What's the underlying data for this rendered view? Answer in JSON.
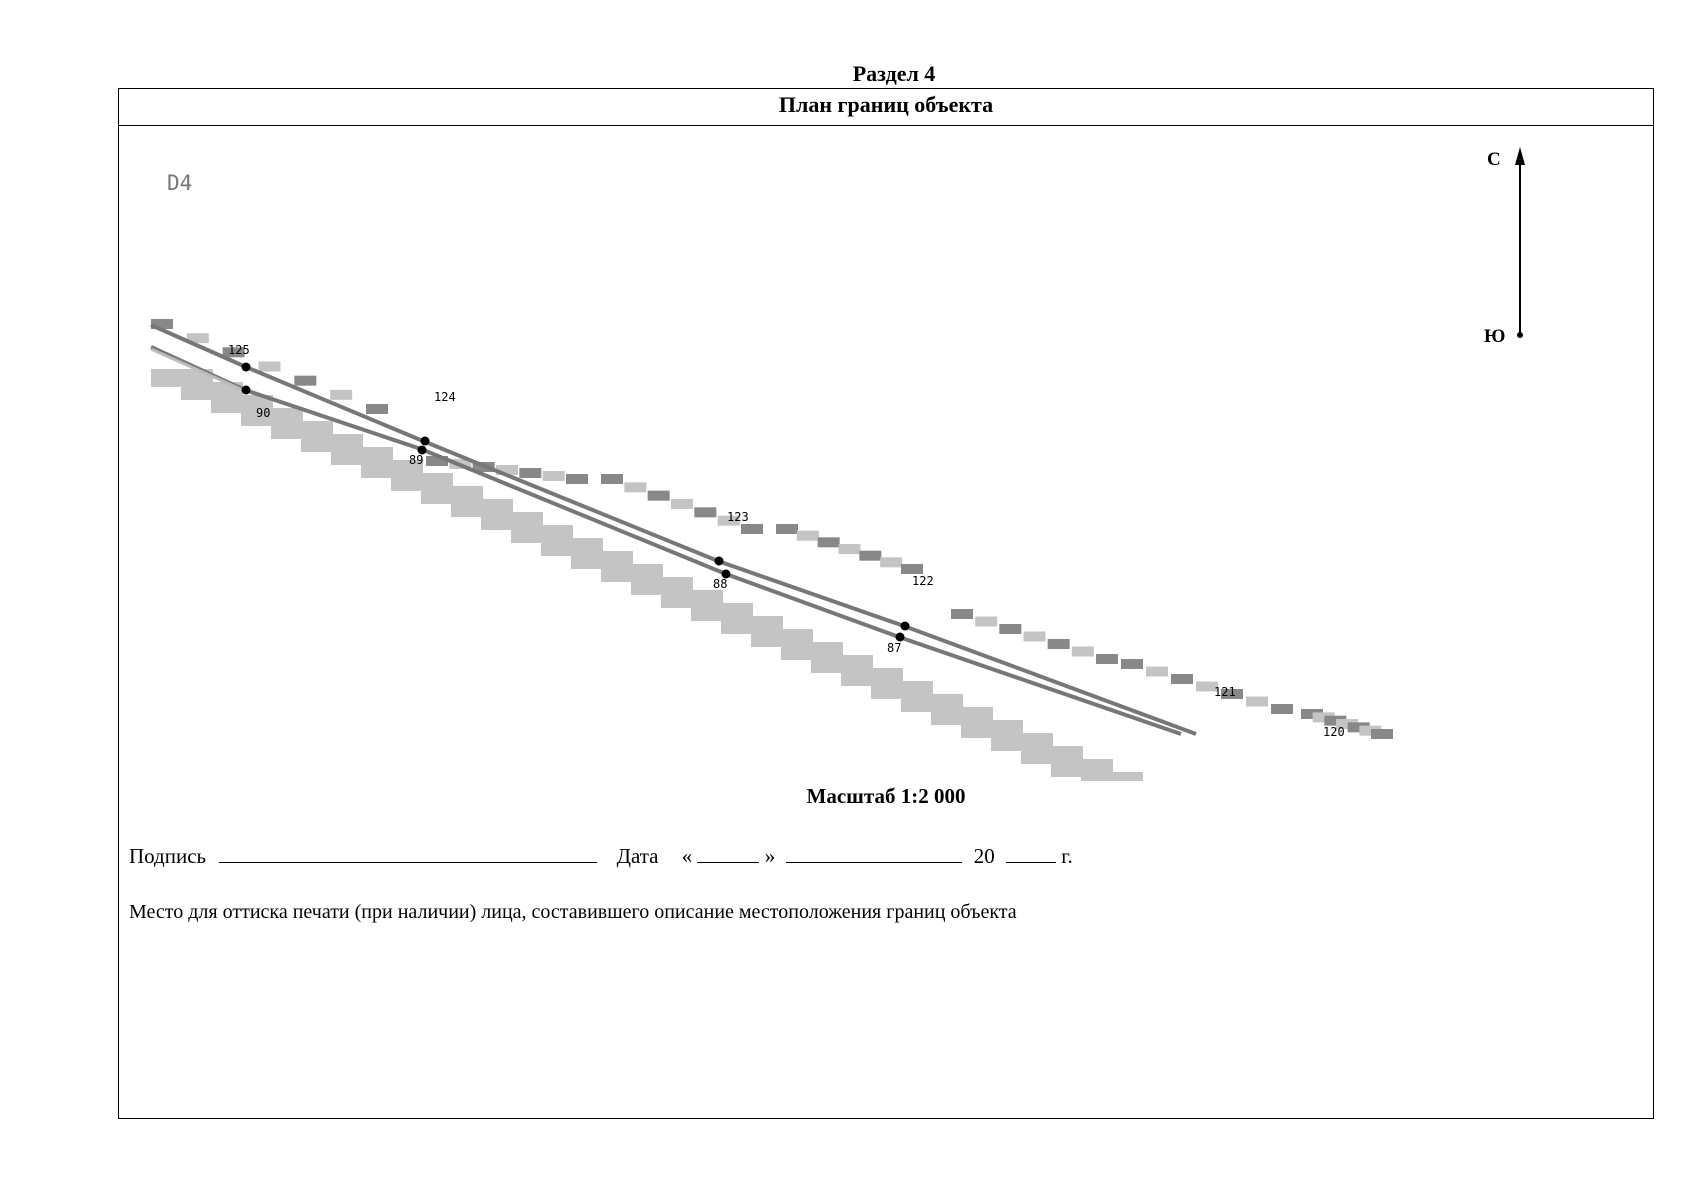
{
  "section_title": "Раздел 4",
  "header_title": "План границ объекта",
  "sheet_label": "D4",
  "compass": {
    "north": "С",
    "south": "Ю"
  },
  "points_outer": [
    "125",
    "124",
    "123",
    "122",
    "121",
    "120"
  ],
  "points_inner": [
    "90",
    "89",
    "88",
    "87"
  ],
  "scale_text": "Масштаб 1:2 000",
  "signature": {
    "label": "Подпись",
    "date_label": "Дата",
    "quote_open": "«",
    "quote_close": "»",
    "year_prefix": "20",
    "year_suffix": "г."
  },
  "stamp_text": "Место для оттиска печати (при наличии) лица, составившего описание местоположения границ объекта",
  "colors": {
    "boundary": "#777777",
    "parcel_dark": "#888888",
    "parcel_light": "#c4c4c4",
    "point": "#000000"
  }
}
